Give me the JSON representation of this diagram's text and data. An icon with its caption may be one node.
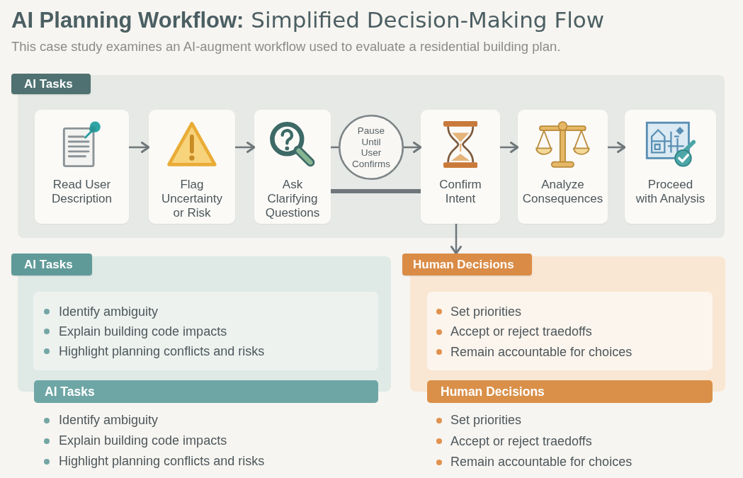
{
  "diagram": {
    "title": "**AI Planning Workflow:** Simplified Decision-Making Flow",
    "caption": "This case study examines an AI-augment workflow used to evaluate a residential building plan.",
    "nodes": [
      {
        "text": [
          "AI Tasks"
        ]
      },
      {
        "text": [
          "Read User Description"
        ],
        "in": 0
      },
      {
        "text": [
          "Flag Uncertainty or Risk"
        ],
        "in": 0
      },
      {
        "text": [
          "Ask Clarifying Questions"
        ],
        "in": 0
      },
      {
        "text": [
          "Pause Until User Confirms"
        ],
        "in": 0
      },
      {
        "text": [
          "Confirm Intent"
        ],
        "in": 0
      },
      {
        "text": [
          "Analyze Consequences"
        ],
        "in": 0
      },
      {
        "text": [
          "Proceed with Analysis"
        ],
        "in": 0
      },
      {
        "text": [
          "AI Tasks"
        ]
      },
      {
        "text": [
          "Identify ambiguity",
          "Explain building code impacts",
          "Highlight planning conflicts and risks"
        ],
        "in": 8
      },
      {
        "text": [
          "AI Tasks"
        ],
        "beside": [
          "Identify ambiguity",
          "Explain building code impacts",
          "Highlight planning conflicts and risks"
        ]
      },
      {
        "text": [
          "Human Decisions"
        ]
      },
      {
        "text": [
          "Set priorities",
          "Accept or reject traedoffs",
          "Remain accountable for choices"
        ],
        "in": 11
      },
      {
        "text": [
          "Human Decisions"
        ],
        "beside": [
          "Set priorities",
          "Accept or reject traedoffs",
          "Remain accountable for choices"
        ]
      }
    ],
    "edges": [
      {
        "from": 1,
        "to": 2,
        "arrow": "to"
      },
      {
        "from": 2,
        "to": 3,
        "arrow": "to"
      },
      {
        "from": 3,
        "to": 4,
        "arrow": "none"
      },
      {
        "from": 4,
        "to": 5,
        "arrow": "to"
      },
      {
        "from": 5,
        "to": 6,
        "arrow": "to"
      },
      {
        "from": 6,
        "to": 7,
        "arrow": "to"
      },
      {
        "from": 3,
        "to": 5,
        "arrow": "none",
        "style": "thick"
      },
      {
        "from": 5,
        "to": 11,
        "arrow": "to"
      }
    ]
  }
}
